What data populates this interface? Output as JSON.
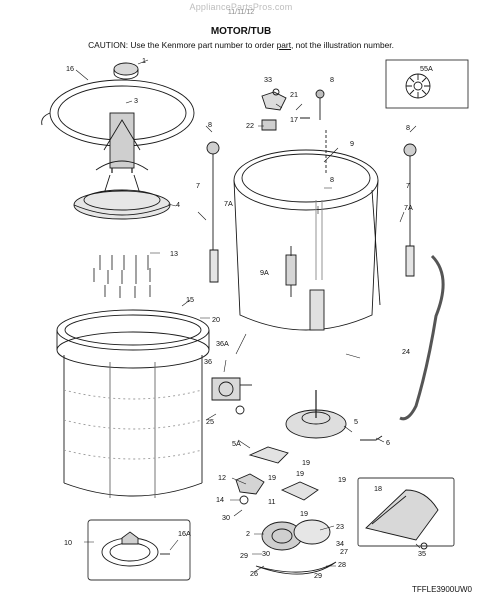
{
  "header": {
    "watermark": "AppliancePartsPros.com",
    "page_number": "11/11/12",
    "title": "MOTOR/TUB",
    "caution_pre": "CAUTION: Use the Kenmore part number to order ",
    "caution_part": "part",
    "caution_post": ", not the illustration number."
  },
  "diagram_code": "TFFLE3900UW0",
  "callouts": [
    "1",
    "2",
    "3",
    "4",
    "5",
    "5A",
    "6",
    "7",
    "7A",
    "7",
    "7A",
    "8",
    "8",
    "8",
    "8",
    "9",
    "9A",
    "10",
    "11",
    "12",
    "13",
    "14",
    "15",
    "16",
    "16A",
    "17",
    "18",
    "19",
    "19",
    "19",
    "19",
    "19",
    "20",
    "21",
    "22",
    "23",
    "24",
    "25",
    "26",
    "27",
    "28",
    "29",
    "29",
    "30",
    "30",
    "33",
    "34",
    "35",
    "36",
    "36A",
    "55A"
  ]
}
